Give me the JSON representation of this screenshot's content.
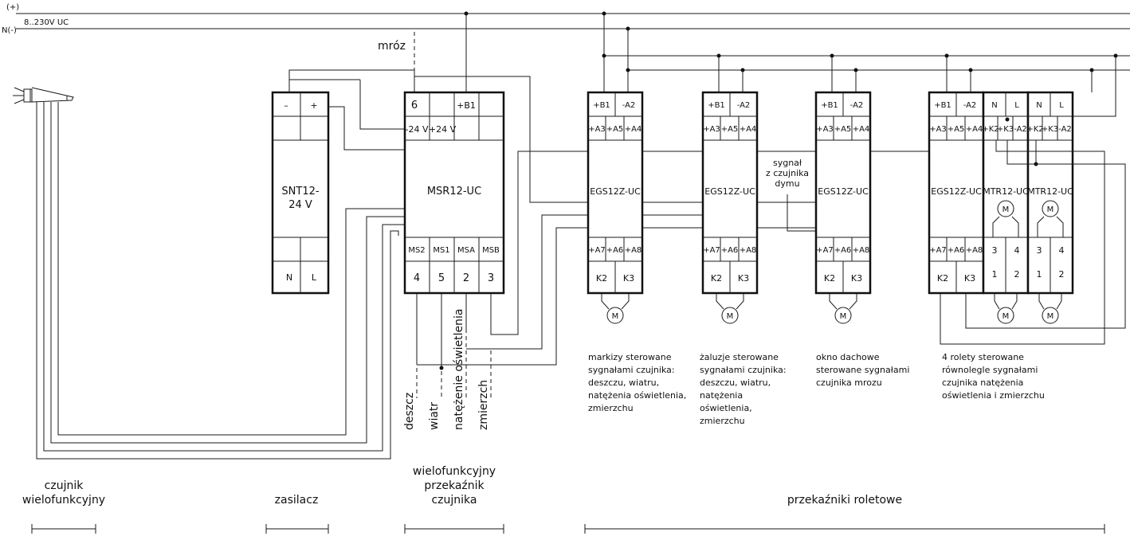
{
  "supply": {
    "plus": "(+)",
    "neutral": "N(-)",
    "voltage": "8..230V UC"
  },
  "frost_label": "mróz",
  "snt": {
    "name": "SNT12-\n24 V",
    "t_minus": "–",
    "t_plus": "+",
    "t_n": "N",
    "t_l": "L"
  },
  "msr": {
    "name": "MSR12-UC",
    "t6": "6",
    "tb1": "+B1",
    "tm24": "-24 V",
    "tp24": "+24 V",
    "ms": [
      "MS2",
      "MS1",
      "MSA",
      "MSB"
    ],
    "nums": [
      "4",
      "5",
      "2",
      "3"
    ]
  },
  "egs": {
    "name": "EGS12Z-UC",
    "b1": "+B1",
    "a2": "-A2",
    "a3": "+A3",
    "a5": "+A5",
    "a4": "+A4",
    "a7": "+A7",
    "a6": "+A6",
    "a8": "+A8",
    "k2": "K2",
    "k3": "K3"
  },
  "mtr": {
    "name": "MTR12-UC",
    "n": "N",
    "l": "L",
    "k2": "+K2",
    "k3": "+K3",
    "a2": "-A2",
    "t3": "3",
    "t4": "4",
    "t1": "1",
    "t2": "2"
  },
  "motor": "M",
  "signals": [
    "deszcz",
    "wiatr",
    "natężenie oświetlenia",
    "zmierzch"
  ],
  "smoke": [
    "sygnał",
    "z czujnika",
    "dymu"
  ],
  "descriptions": [
    [
      "markizy sterowane",
      "sygnałami czujnika:",
      "deszczu, wiatru,",
      "natężenia oświetlenia,",
      "zmierzchu"
    ],
    [
      "żaluzje sterowane",
      "sygnałami czujnika:",
      "deszczu, wiatru,",
      "natężenia",
      "oświetlenia,",
      "zmierzchu"
    ],
    [
      "okno dachowe",
      "sterowane sygnałami",
      "czujnika mrozu"
    ],
    [
      "4 rolety sterowane",
      "równolegle sygnałami",
      "czujnika natężenia",
      "oświetlenia i zmierzchu"
    ]
  ],
  "sections": {
    "sensor": [
      "czujnik",
      "wielofunkcyjny"
    ],
    "power": [
      "zasilacz"
    ],
    "relay": [
      "wielofunkcyjny",
      "przekaźnik",
      "czujnika"
    ],
    "shutters": [
      "przekaźniki roletowe"
    ]
  }
}
